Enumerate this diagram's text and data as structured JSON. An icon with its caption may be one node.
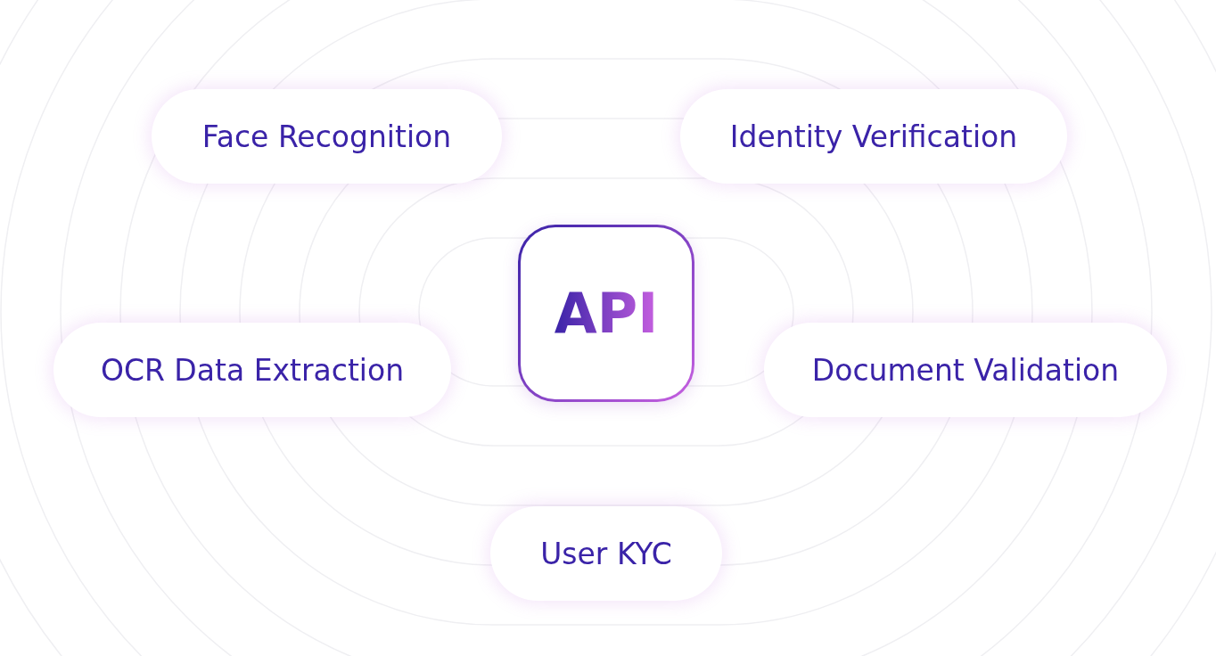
{
  "diagram": {
    "nodes": [
      {
        "text": [
          "Face Recognition"
        ]
      },
      {
        "text": [
          "Identity Verification"
        ]
      },
      {
        "text": [
          "API"
        ]
      },
      {
        "text": [
          "OCR Data Extraction"
        ]
      },
      {
        "text": [
          "Document Validation"
        ]
      },
      {
        "text": [
          "User KYC"
        ]
      }
    ]
  }
}
